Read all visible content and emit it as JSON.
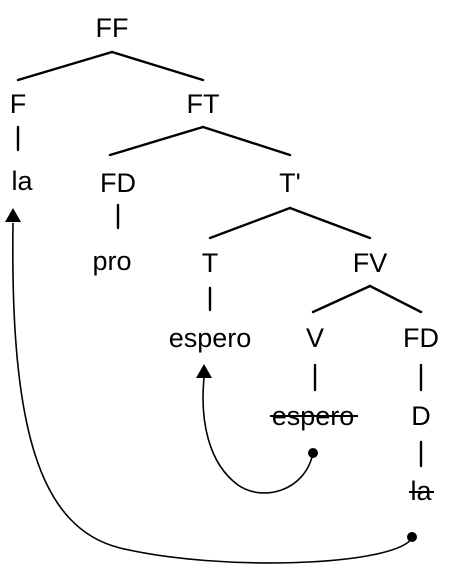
{
  "tree": {
    "nodes": {
      "ff": "FF",
      "f": "F",
      "la": "la",
      "ft": "FT",
      "fd1": "FD",
      "pro": "pro",
      "tbar": "T'",
      "t": "T",
      "espero": "espero",
      "fv": "FV",
      "v": "V",
      "espero_trace": "espero",
      "fd2": "FD",
      "d": "D",
      "la_trace": "la"
    }
  },
  "colors": {
    "ink": "#000000",
    "background": "#ffffff"
  }
}
